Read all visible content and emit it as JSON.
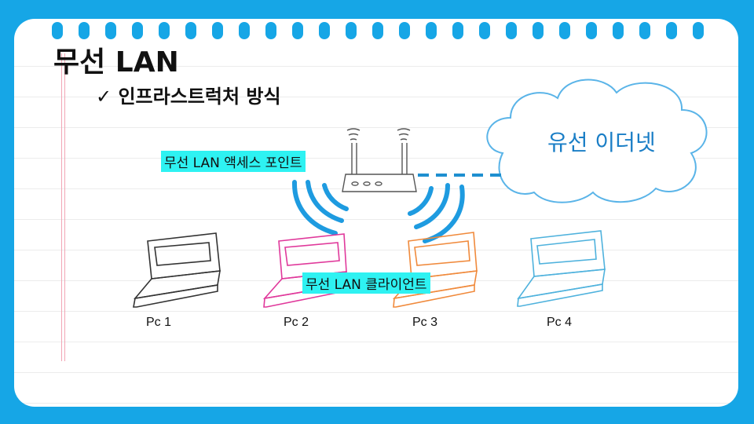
{
  "slide": {
    "title": "무선 LAN",
    "subtitle_check": "✓",
    "subtitle": "인프라스트럭처 방식"
  },
  "diagram": {
    "access_point_label": "무선 LAN 액세스 포인트",
    "clients_label": "무선 LAN 클라이언트",
    "cloud_label": "유선 이더넷",
    "pcs": [
      {
        "label": "Pc 1",
        "color": "#333333"
      },
      {
        "label": "Pc 2",
        "color": "#e0399b"
      },
      {
        "label": "Pc 3",
        "color": "#f08a3c"
      },
      {
        "label": "Pc 4",
        "color": "#4fb2dd"
      }
    ]
  },
  "colors": {
    "background": "#16a6e6",
    "highlight": "#2ef2f2",
    "wifi_wave": "#1e9be0",
    "cloud_stroke": "#5ab4e8"
  }
}
